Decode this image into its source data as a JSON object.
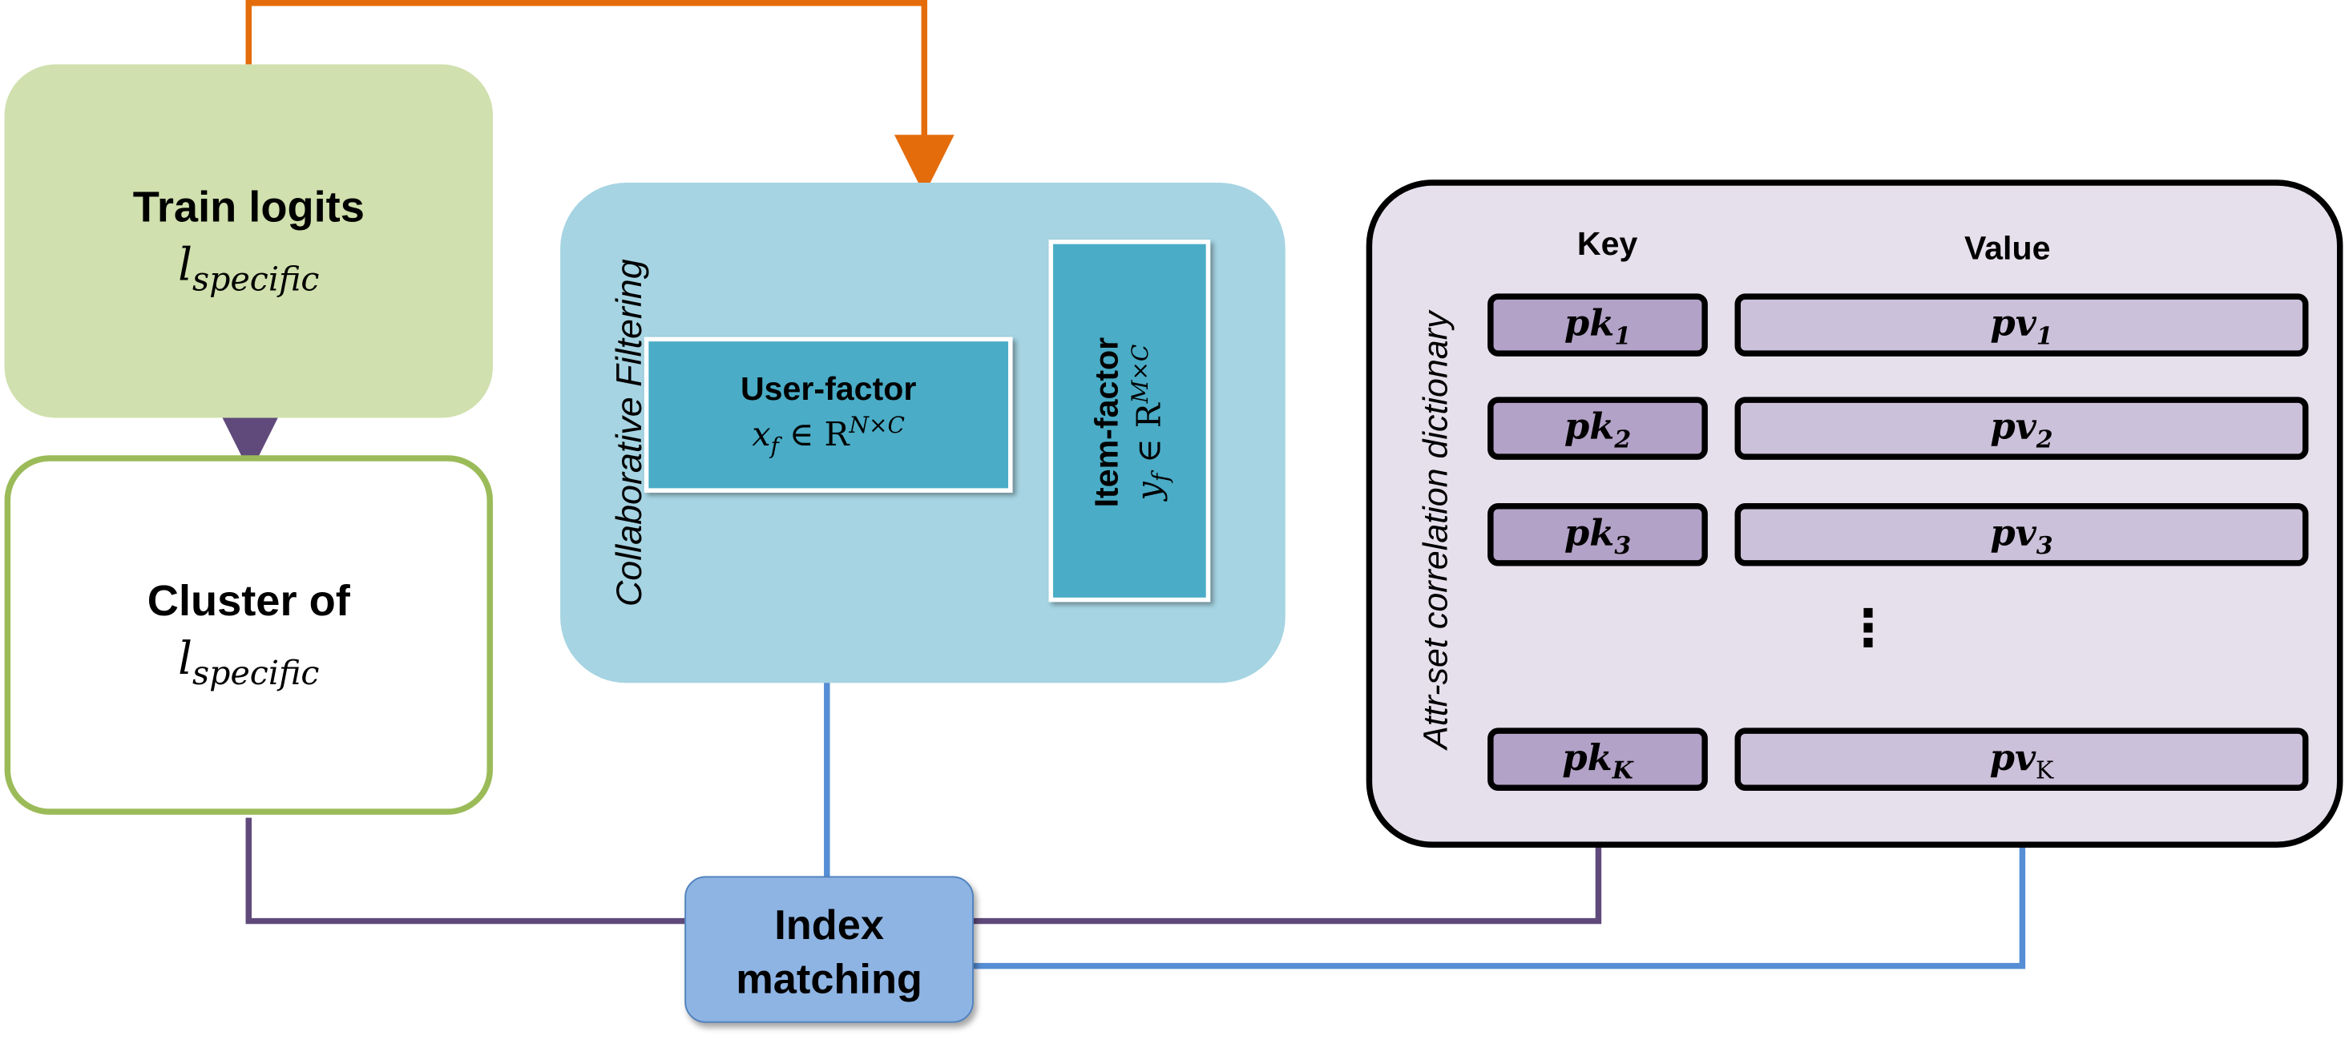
{
  "train_logits": {
    "title": "Train logits",
    "symbol": "l",
    "subscript": "specific"
  },
  "cluster": {
    "title": "Cluster of",
    "symbol": "l",
    "subscript": "specific"
  },
  "collaborative_filtering": {
    "label": "Collaborative Filtering",
    "user_factor": {
      "title": "User-factor",
      "var": "x",
      "var_sub": "f",
      "set": "∈ R",
      "sup": "N×C"
    },
    "item_factor": {
      "title": "Item-factor",
      "var": "y",
      "var_sub": "f",
      "set": "∈ R",
      "sup": "M×C"
    }
  },
  "index_matching": {
    "line1": "Index",
    "line2": "matching"
  },
  "dictionary": {
    "label": "Attr-set correlation dictionary",
    "key_header": "Key",
    "value_header": "Value",
    "rows": [
      {
        "key": "pk",
        "key_sub": "1",
        "value": "pv",
        "value_sub": "1"
      },
      {
        "key": "pk",
        "key_sub": "2",
        "value": "pv",
        "value_sub": "2"
      },
      {
        "key": "pk",
        "key_sub": "3",
        "value": "pv",
        "value_sub": "3"
      },
      {
        "key": "pk",
        "key_sub": "K",
        "value": "pv",
        "value_sub": "K"
      }
    ],
    "ellipsis": "⋮"
  },
  "colors": {
    "orange_arrow": "#e46c0a",
    "purple_arrow": "#604a7b",
    "blue_arrow": "#558ed5",
    "train_fill": "#d0e0ae",
    "cluster_border": "#9bbb59",
    "cf_fill": "#a6d4e2",
    "factor_fill": "#4aacc6",
    "dict_fill": "#e6e0ec",
    "key_fill": "#b3a2c7",
    "value_fill": "#ccc1da"
  }
}
